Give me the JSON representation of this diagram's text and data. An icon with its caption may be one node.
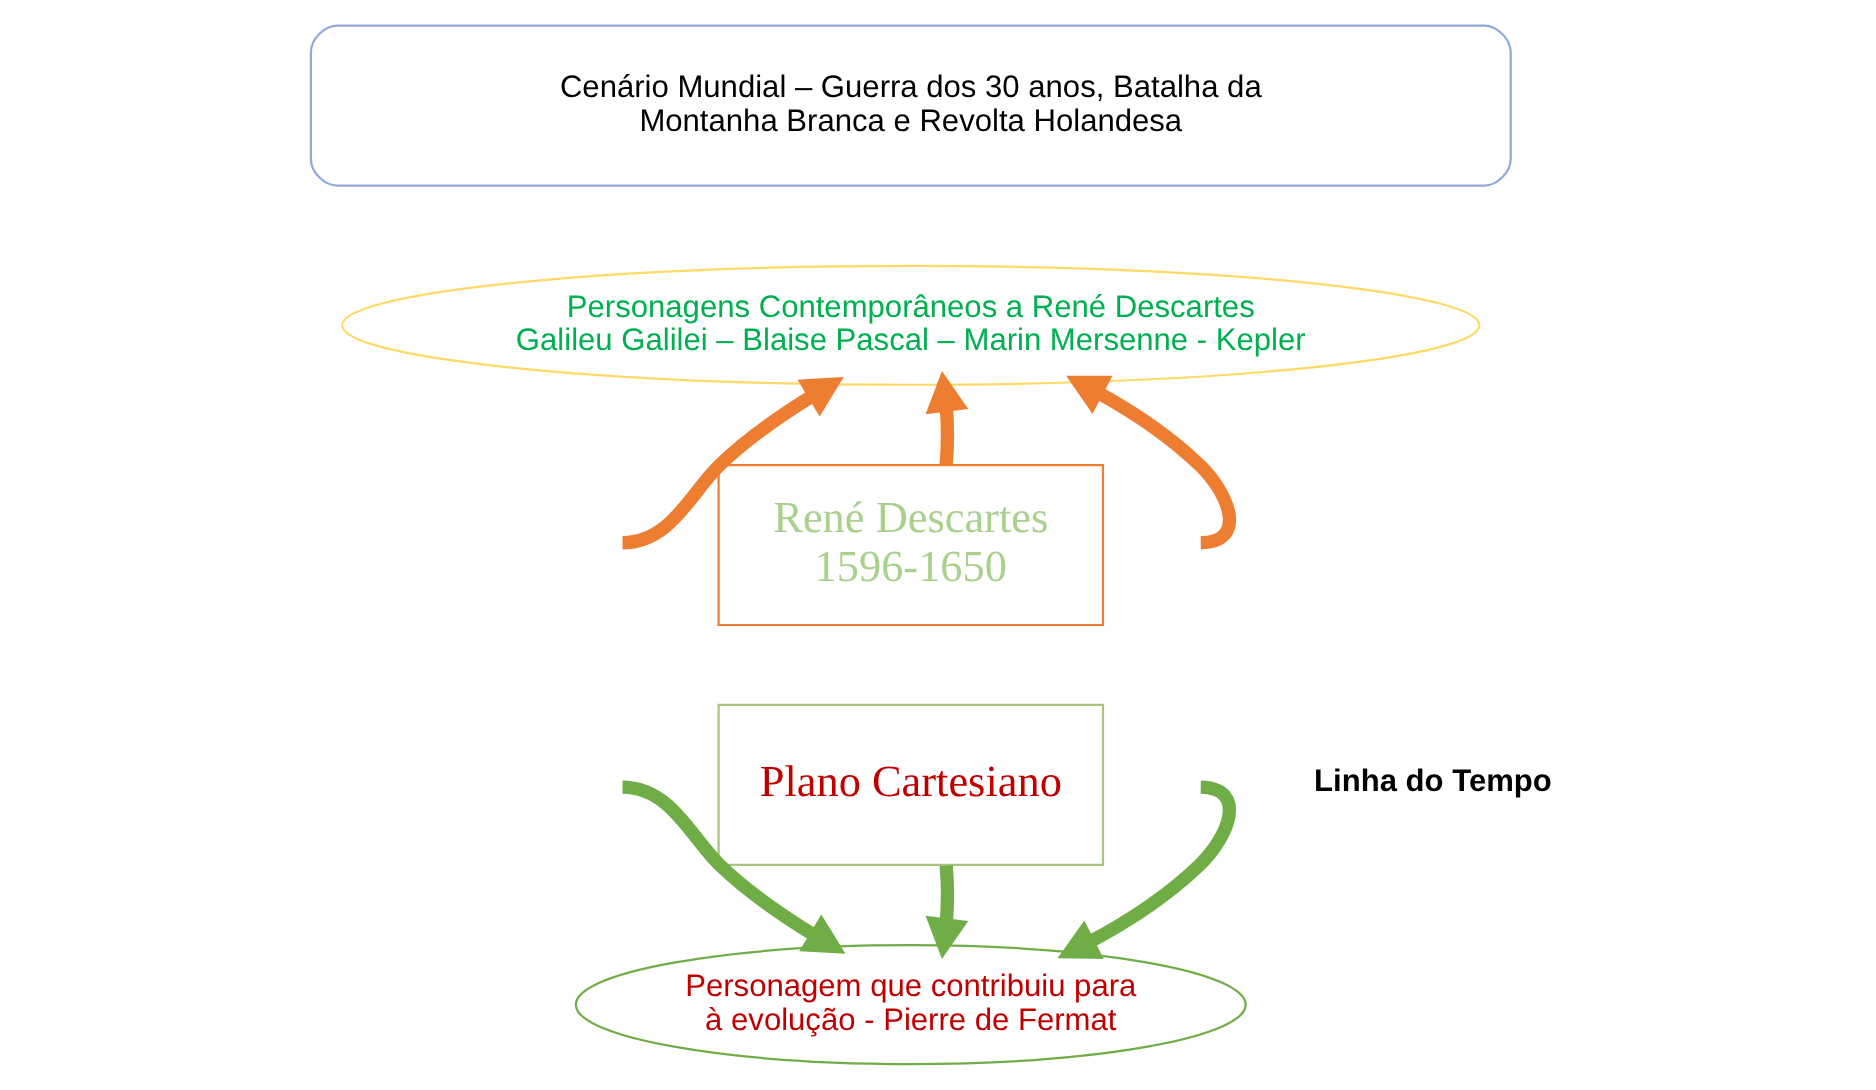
{
  "diagram": {
    "nodes": [
      {
        "text": [
          "Cenário Mundial – Guerra dos 30 anos, Batalha da Montanha Branca e Revolta Holandesa"
        ]
      },
      {
        "text": [
          "Personagens Contemporâneos a René Descartes",
          "Galileu Galilei – Blaise Pascal – Marin Mersenne - Kepler"
        ]
      },
      {
        "text": [
          "René Descartes 1596-1650"
        ]
      },
      {
        "text": [
          "Plano Cartesiano"
        ]
      },
      {
        "text": [
          "Personagem que contribuiu para à evolução - Pierre de Fermat"
        ]
      }
    ],
    "edges": [
      {
        "from": null,
        "to": 1,
        "arrow": "to",
        "color": "#ed7d31"
      },
      {
        "from": 2,
        "to": 1,
        "arrow": "to",
        "color": "#ed7d31"
      },
      {
        "from": null,
        "to": 1,
        "arrow": "to",
        "color": "#ed7d31"
      },
      {
        "from": null,
        "to": 4,
        "arrow": "to",
        "color": "#70ad47"
      },
      {
        "from": 3,
        "to": 4,
        "arrow": "to",
        "color": "#70ad47"
      },
      {
        "from": null,
        "to": 4,
        "arrow": "to",
        "color": "#70ad47"
      }
    ],
    "labels": [
      "Linha do Tempo"
    ]
  }
}
